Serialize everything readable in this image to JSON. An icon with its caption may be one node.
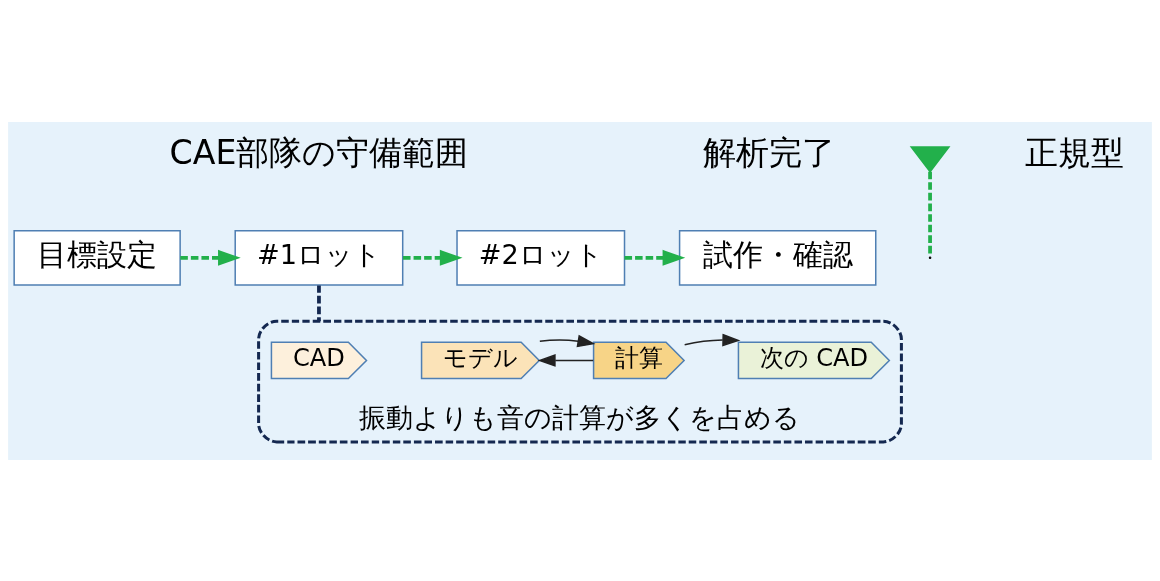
{
  "diagram": {
    "nodes": [
      {
        "text": [
          "目標設定"
        ]
      },
      {
        "text": [
          "#1ロット"
        ]
      },
      {
        "text": [
          "#2ロット"
        ]
      },
      {
        "text": [
          "試作・確認"
        ]
      },
      {
        "text": [],
        "shape": "triangle",
        "beside": [
          "解析完了",
          "正規型"
        ]
      },
      {
        "text": [
          "振動よりも音の計算が多くを占める"
        ]
      },
      {
        "text": [
          "CAD"
        ],
        "in": 5
      },
      {
        "text": [
          "モデル"
        ],
        "in": 5
      },
      {
        "text": [
          "計算"
        ],
        "in": 5
      },
      {
        "text": [
          "次の CAD"
        ],
        "in": 5
      }
    ],
    "edges": [
      {
        "from": 0,
        "to": 1,
        "arrow": "to",
        "style": "dashed",
        "color": "#22b04b"
      },
      {
        "from": 1,
        "to": 2,
        "arrow": "to",
        "style": "dashed",
        "color": "#22b04b"
      },
      {
        "from": 2,
        "to": 3,
        "arrow": "to",
        "style": "dashed",
        "color": "#22b04b"
      },
      {
        "from": 4,
        "to": null,
        "arrow": "none",
        "style": "dashed",
        "color": "#22b04b"
      },
      {
        "from": 1,
        "to": 5,
        "arrow": "none",
        "style": "dashed",
        "color": "#142850"
      },
      {
        "from": 8,
        "to": 7,
        "arrow": "to",
        "color": "#222222"
      },
      {
        "from": 7,
        "to": 8,
        "arrow": "to",
        "color": "#222222"
      },
      {
        "from": 8,
        "to": 9,
        "arrow": "to",
        "color": "#222222"
      }
    ],
    "labels": [
      "CAE部隊の守備範囲"
    ]
  }
}
